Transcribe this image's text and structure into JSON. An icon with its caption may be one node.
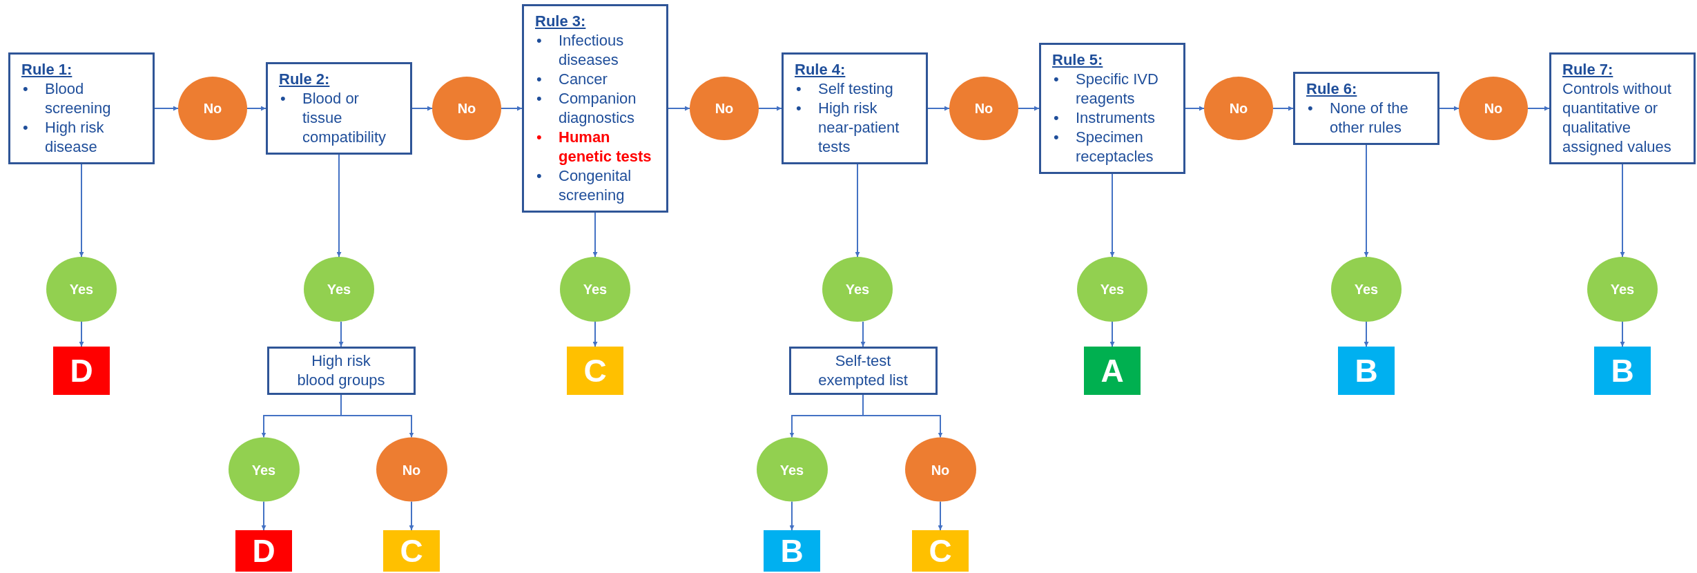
{
  "diagram": {
    "nodes": [
      {
        "text": [
          "Rule 1:",
          "•",
          "Blood screening",
          "•",
          "High risk disease"
        ]
      },
      {
        "text": [
          "No"
        ]
      },
      {
        "text": [
          "Rule 2:",
          "•",
          "Blood or tissue compatibility"
        ]
      },
      {
        "text": [
          "No"
        ]
      },
      {
        "text": [
          "Rule 3:",
          "•",
          "Infectious diseases",
          "•",
          "Cancer",
          "•",
          "Companion diagnostics",
          "•",
          "**Human genetic tests**",
          "•",
          "Congenital screening"
        ]
      },
      {
        "text": [
          "No"
        ]
      },
      {
        "text": [
          "Rule 4:",
          "•",
          "Self testing",
          "•",
          "High risk near-patient tests"
        ]
      },
      {
        "text": [
          "No"
        ]
      },
      {
        "text": [
          "Rule 5:",
          "•",
          "Specific IVD reagents",
          "•",
          "Instruments",
          "•",
          "Specimen receptacles"
        ]
      },
      {
        "text": [
          "No"
        ]
      },
      {
        "text": [
          "Rule 6:",
          "•",
          "None of the other rules"
        ]
      },
      {
        "text": [
          "No"
        ]
      },
      {
        "text": [
          "Rule 7:",
          "Controls without quantitative or qualitative assigned values"
        ]
      },
      {
        "text": [
          "Yes"
        ]
      },
      {
        "text": [
          "Yes"
        ]
      },
      {
        "text": [
          "Yes"
        ]
      },
      {
        "text": [
          "Yes"
        ]
      },
      {
        "text": [
          "Yes"
        ]
      },
      {
        "text": [
          "Yes"
        ]
      },
      {
        "text": [
          "Yes"
        ]
      },
      {
        "text": [
          "D"
        ]
      },
      {
        "text": [
          "High risk blood groups"
        ]
      },
      {
        "text": [
          "C"
        ]
      },
      {
        "text": [
          "Self-test exempted list"
        ]
      },
      {
        "text": [
          "A"
        ]
      },
      {
        "text": [
          "B"
        ]
      },
      {
        "text": [
          "B"
        ]
      },
      {
        "text": [
          "Yes"
        ]
      },
      {
        "text": [
          "No"
        ]
      },
      {
        "text": [
          "Yes"
        ]
      },
      {
        "text": [
          "No"
        ]
      },
      {
        "text": [
          "D"
        ]
      },
      {
        "text": [
          "C"
        ]
      },
      {
        "text": [
          "B"
        ]
      },
      {
        "text": [
          "C"
        ]
      }
    ],
    "edges": [
      {
        "from": 0,
        "to": 1,
        "arrow": "to"
      },
      {
        "from": 1,
        "to": 2,
        "arrow": "to"
      },
      {
        "from": 2,
        "to": 3,
        "arrow": "to"
      },
      {
        "from": 3,
        "to": 4,
        "arrow": "to"
      },
      {
        "from": 4,
        "to": 5,
        "arrow": "to"
      },
      {
        "from": 5,
        "to": 6,
        "arrow": "to"
      },
      {
        "from": 6,
        "to": 7,
        "arrow": "to"
      },
      {
        "from": 7,
        "to": 8,
        "arrow": "to"
      },
      {
        "from": 8,
        "to": 9,
        "arrow": "to"
      },
      {
        "from": 9,
        "to": 10,
        "arrow": "to"
      },
      {
        "from": 10,
        "to": 11,
        "arrow": "to"
      },
      {
        "from": 11,
        "to": 12,
        "arrow": "to"
      },
      {
        "from": 0,
        "to": 13,
        "arrow": "to"
      },
      {
        "from": 2,
        "to": 14,
        "arrow": "to"
      },
      {
        "from": 4,
        "to": 15,
        "arrow": "to"
      },
      {
        "from": 6,
        "to": 16,
        "arrow": "to"
      },
      {
        "from": 8,
        "to": 17,
        "arrow": "to"
      },
      {
        "from": 10,
        "to": 18,
        "arrow": "to"
      },
      {
        "from": 12,
        "to": 19,
        "arrow": "to"
      },
      {
        "from": 13,
        "to": 20,
        "arrow": "to"
      },
      {
        "from": 14,
        "to": 21,
        "arrow": "to"
      },
      {
        "from": 15,
        "to": 22,
        "arrow": "to"
      },
      {
        "from": 16,
        "to": 23,
        "arrow": "to"
      },
      {
        "from": 17,
        "to": 24,
        "arrow": "to"
      },
      {
        "from": 18,
        "to": 25,
        "arrow": "to"
      },
      {
        "from": 19,
        "to": 26,
        "arrow": "to"
      },
      {
        "from": 21,
        "to": 27,
        "arrow": "to"
      },
      {
        "from": 21,
        "to": 28,
        "arrow": "to"
      },
      {
        "from": 23,
        "to": 29,
        "arrow": "to"
      },
      {
        "from": 23,
        "to": 30,
        "arrow": "to"
      },
      {
        "from": 27,
        "to": 31,
        "arrow": "to"
      },
      {
        "from": 28,
        "to": 32,
        "arrow": "to"
      },
      {
        "from": 29,
        "to": 33,
        "arrow": "to"
      },
      {
        "from": 30,
        "to": 34,
        "arrow": "to"
      }
    ]
  }
}
